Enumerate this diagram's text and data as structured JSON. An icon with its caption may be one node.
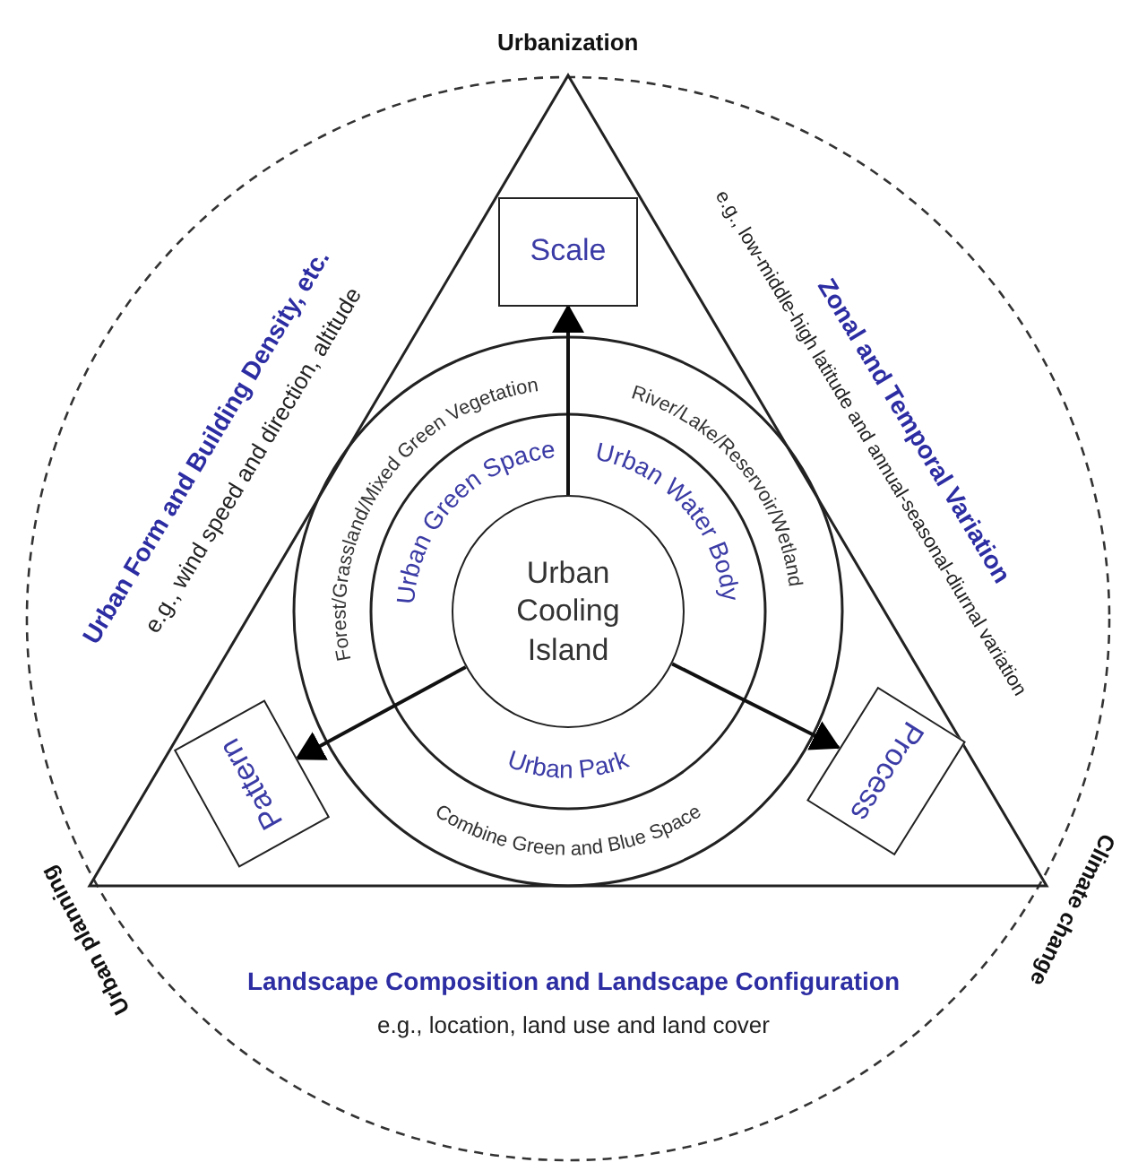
{
  "diagram": {
    "nodes": [
      {
        "text": [
          "Urban Cooling Island"
        ]
      },
      {
        "text": [
          "Scale"
        ]
      },
      {
        "text": [
          "Pattern"
        ]
      },
      {
        "text": [
          "Process"
        ]
      }
    ],
    "edges": [
      {
        "from": 0,
        "to": 1,
        "arrow": "to"
      },
      {
        "from": 0,
        "to": 2,
        "arrow": "to"
      },
      {
        "from": 0,
        "to": 3,
        "arrow": "to"
      }
    ],
    "labels": [
      "Urbanization",
      "Urban Form and Building Density, etc.",
      "e.g., wind speed and direction, altitude",
      "e.g., low-middle-high latitude and annual-seasonal-diurnal variation",
      "Zonal and Temporal Variation",
      "Forest/Grassland/Mixed Green Vegetation",
      "River/Lake/Reservoir/Wetland",
      "Urban Green Space",
      "Urban Water Body",
      "Urban Park",
      "Combine Green and Blue Space",
      "Urban planning",
      "Climate change",
      "Landscape Composition and Landscape Configuration",
      "e.g., location, land use and land cover"
    ]
  }
}
